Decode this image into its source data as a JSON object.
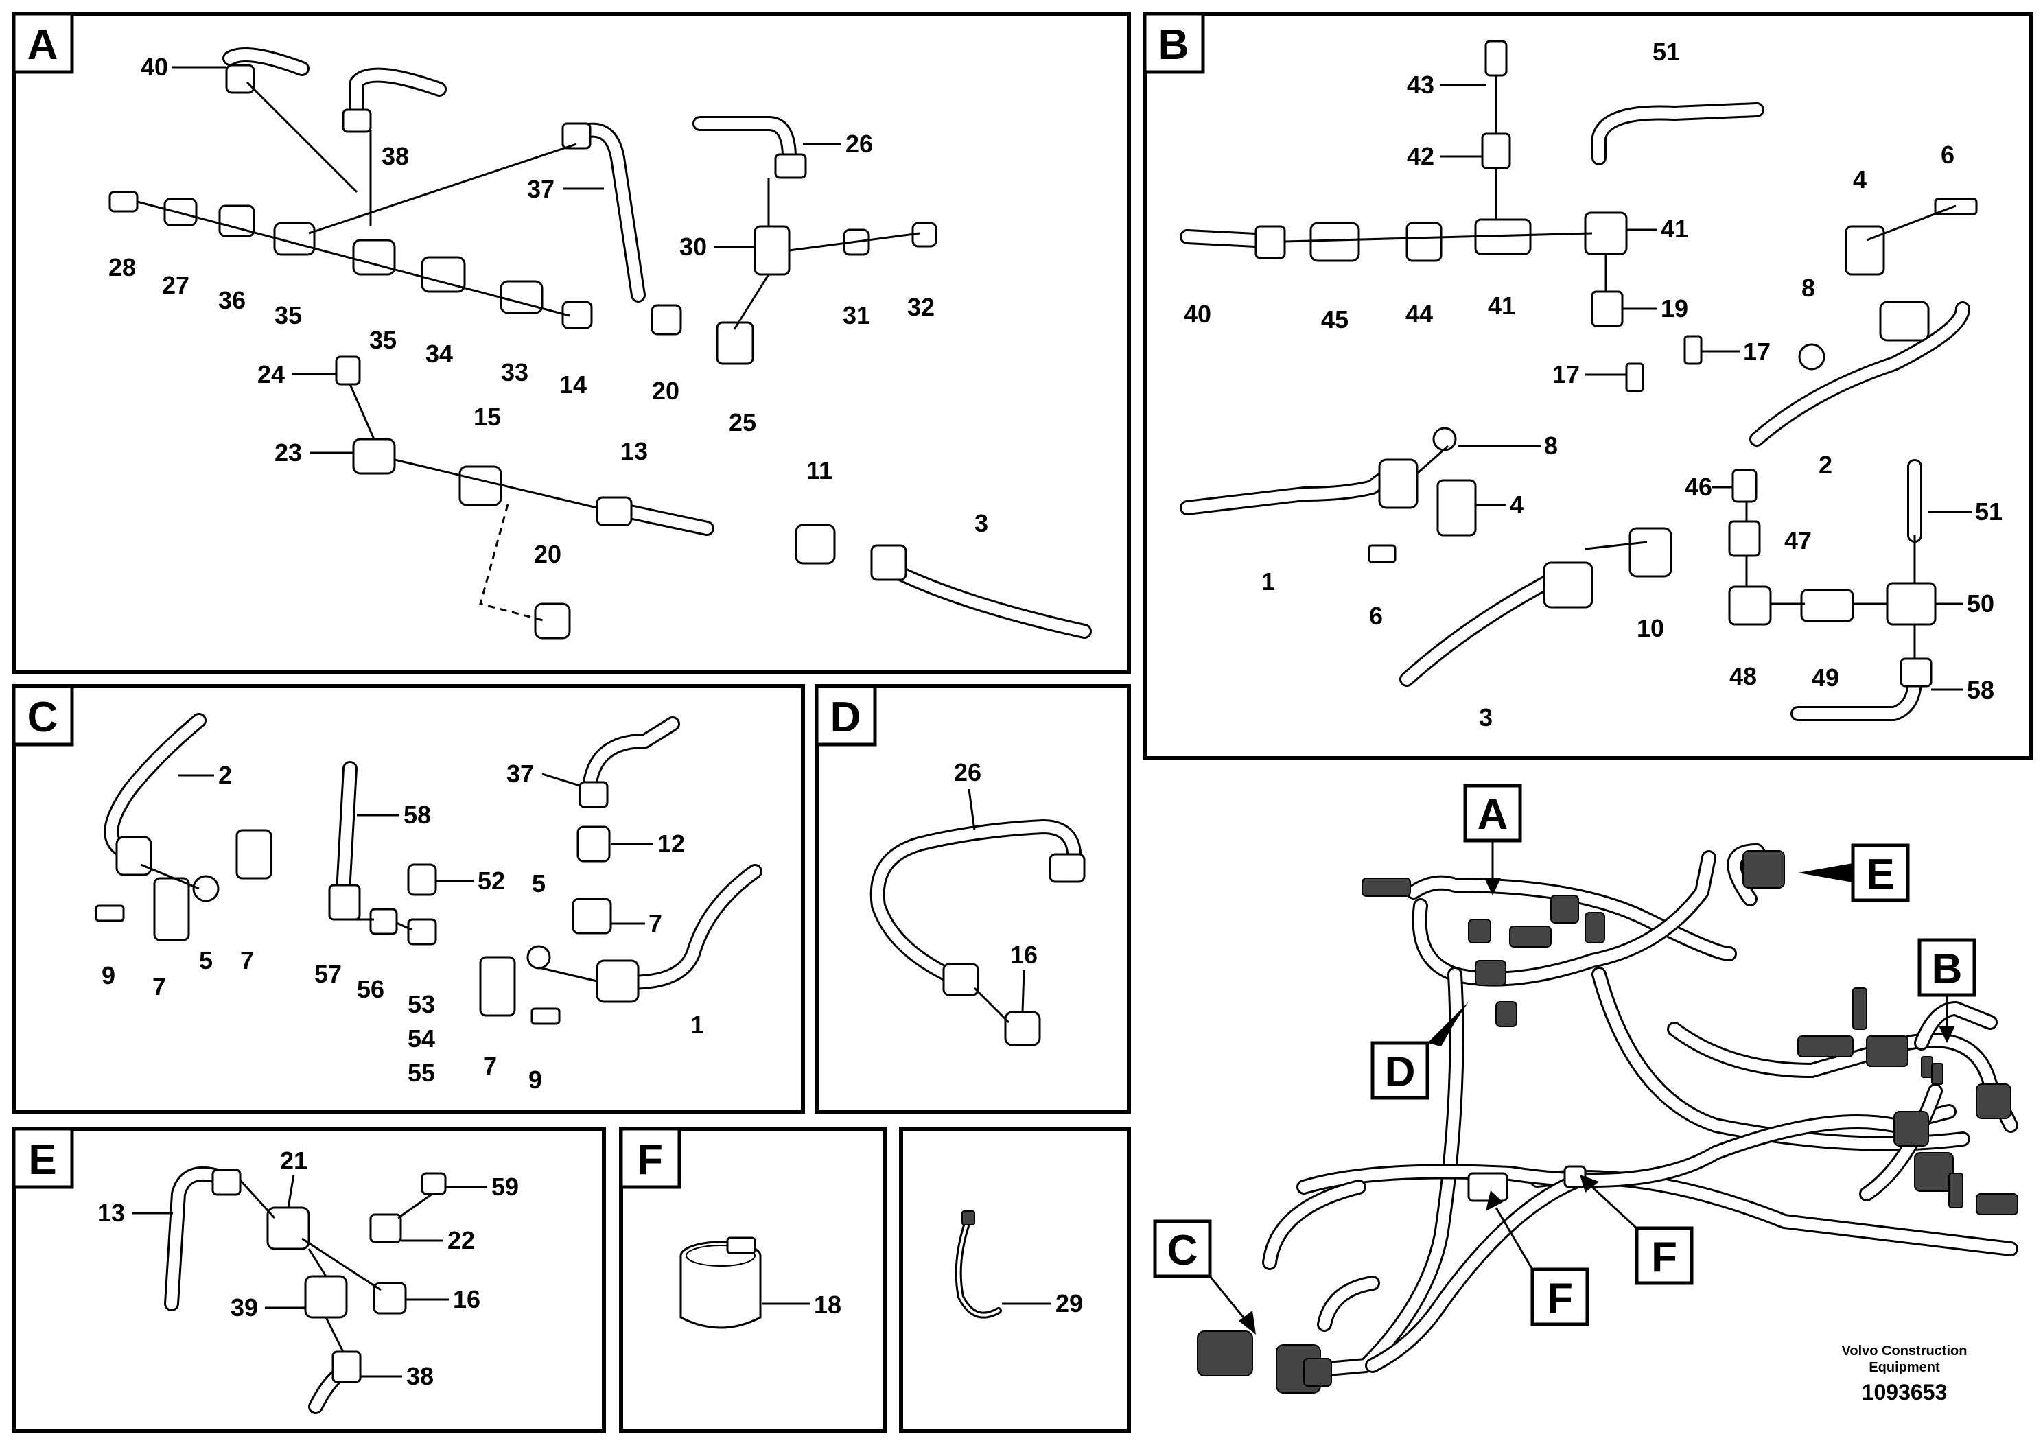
{
  "panels": {
    "A": {
      "letter": "A"
    },
    "B": {
      "letter": "B"
    },
    "C": {
      "letter": "C"
    },
    "D": {
      "letter": "D"
    },
    "E": {
      "letter": "E"
    },
    "F1": {
      "letter": "F"
    },
    "F2": {
      "letter": ""
    }
  },
  "callouts": {
    "A": "A",
    "B": "B",
    "C": "C",
    "D": "D",
    "E": "E",
    "F1": "F",
    "F2": "F"
  },
  "labels_a": [
    "40",
    "38",
    "37",
    "26",
    "28",
    "27",
    "36",
    "35",
    "35",
    "34",
    "33",
    "14",
    "30",
    "31",
    "32",
    "24",
    "23",
    "15",
    "13",
    "20",
    "25",
    "20",
    "11",
    "3"
  ],
  "labels_b": [
    "43",
    "51",
    "42",
    "6",
    "4",
    "41",
    "40",
    "45",
    "44",
    "41",
    "19",
    "8",
    "17",
    "17",
    "8",
    "2",
    "1",
    "4",
    "46",
    "47",
    "51",
    "6",
    "10",
    "48",
    "49",
    "50",
    "58",
    "3"
  ],
  "labels_c": [
    "2",
    "58",
    "37",
    "12",
    "52",
    "5",
    "7",
    "9",
    "5",
    "7",
    "57",
    "56",
    "53",
    "54",
    "55",
    "7",
    "1",
    "7",
    "9"
  ],
  "labels_d": [
    "26",
    "16"
  ],
  "labels_e": [
    "21",
    "59",
    "13",
    "22",
    "39",
    "16",
    "38"
  ],
  "labels_f1": [
    "18"
  ],
  "labels_f2": [
    "29"
  ],
  "footer": {
    "brand_line1": "Volvo Construction",
    "brand_line2": "Equipment",
    "code": "1093653"
  }
}
